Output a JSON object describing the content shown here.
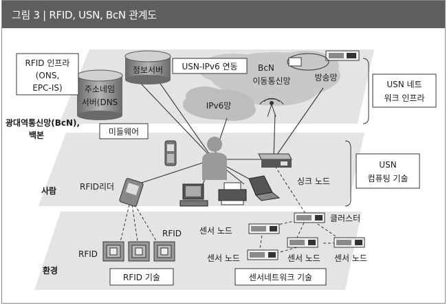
{
  "figure_title": "그림 3 | RFID, USN, BcN 관계도",
  "labels": {
    "rfid_infra_1": "RFID 인프라",
    "rfid_infra_2": "(ONS,",
    "rfid_infra_3": "EPC-IS)",
    "info_server": "정보서버",
    "address_server_1": "주소네임",
    "address_server_2": "서버(DNS",
    "usn_ipv6": "USN-IPv6 연동",
    "bcn": "BcN",
    "broadcast_net": "방송망",
    "mobile_net": "이동통신망",
    "ipv6_net": "IPv6망",
    "usn_network_infra_1": "USN 네트",
    "usn_network_infra_2": "워크 인프라",
    "backbone_1": "광대역통신망(BcN),",
    "backbone_2": "백본",
    "middleware": "미들웨어",
    "people": "사람",
    "rfid_reader": "RFID리더",
    "sink_node": "싱크 노드",
    "usn_computing_1": "USN",
    "usn_computing_2": "컴퓨팅 기술",
    "rfid_a": "RFID",
    "rfid_b": "RFID",
    "cluster": "클러스터",
    "sensor_node_1": "센서 노드",
    "sensor_node_2": "센서 노드",
    "sensor_node_3": "센서 노드",
    "sensor_node_4": "센서 노드",
    "environment": "환경",
    "rfid_tech": "RFID 기술",
    "sensor_network_tech": "센서네트워크 기술"
  },
  "colors": {
    "title_bar": "#5e5e5e",
    "layer": "#e4e4e4",
    "cloud": "#c8c8c8",
    "device": "#8a8a8a",
    "line": "#333333"
  }
}
